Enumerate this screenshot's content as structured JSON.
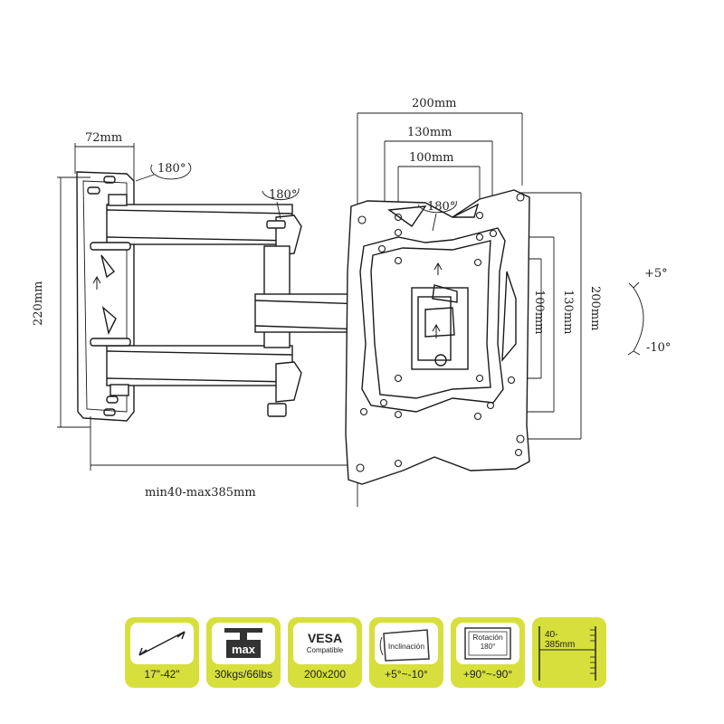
{
  "dimensions": {
    "wall_width": "72mm",
    "wall_height": "220mm",
    "extension": "min40-max385mm",
    "vesa_200": "200mm",
    "vesa_130": "130mm",
    "vesa_100": "100mm",
    "rotation_wall": "180°",
    "rotation_arm": "180°",
    "rotation_plate": "180°",
    "tilt_up": "+5°",
    "tilt_down": "-10°"
  },
  "features": [
    {
      "id": "size",
      "caption": "17\"-42\""
    },
    {
      "id": "load",
      "label": "max",
      "caption": "30kgs/66lbs"
    },
    {
      "id": "vesa",
      "label": "VESA",
      "sublabel": "Compatible",
      "caption": "200x200"
    },
    {
      "id": "tilt",
      "label": "Inclinación",
      "caption": "+5°~-10°"
    },
    {
      "id": "rotation",
      "label": "Rotación",
      "sublabel": "180°",
      "caption": "+90°~-90°"
    },
    {
      "id": "extension",
      "label": "40-385mm",
      "caption": ""
    }
  ],
  "colors": {
    "accent": "#d7df3c",
    "line": "#1a1a1a"
  }
}
